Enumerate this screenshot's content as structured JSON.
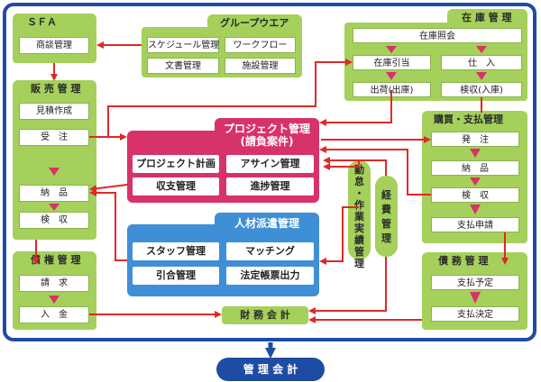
{
  "sfa": {
    "title": "ＳＦＡ",
    "items": [
      "商談管理"
    ]
  },
  "groupware": {
    "title": "グループウエア",
    "items": [
      "スケジュール管理",
      "ワークフロー",
      "文書管理",
      "施設管理"
    ]
  },
  "inventory": {
    "title": "在 庫 管 理",
    "header_item": "在庫照会",
    "items": [
      "在庫引当",
      "仕　入",
      "出荷(出庫)",
      "検収(入庫)"
    ]
  },
  "sales": {
    "title": "販 売 管 理",
    "items": [
      "見積作成",
      "受　注",
      "納　品",
      "検　収"
    ]
  },
  "purchasing": {
    "title": "購買・支払管理",
    "items": [
      "発　注",
      "納　品",
      "検　収",
      "支払申請"
    ]
  },
  "project": {
    "title_line1": "プロジェクト管理",
    "title_line2": "(請負案件)",
    "items": [
      "プロジェクト計画",
      "アサイン管理",
      "収支管理",
      "進捗管理"
    ]
  },
  "staffing": {
    "title": "人材派遣管理",
    "items": [
      "スタッフ管理",
      "マッチング",
      "引合管理",
      "法定帳票出力"
    ]
  },
  "attendance": {
    "chars": [
      "勤",
      "怠",
      "・",
      "作",
      "業",
      "実",
      "績",
      "管",
      "理"
    ]
  },
  "expense": {
    "chars": [
      "経",
      "費",
      "管",
      "理"
    ]
  },
  "receivables": {
    "title": "債 権 管 理",
    "items": [
      "請　求",
      "入　金"
    ]
  },
  "payables": {
    "title": "債 務 管 理",
    "items": [
      "支払予定",
      "支払決定"
    ]
  },
  "accounting": {
    "label": "財 務 会 計"
  },
  "management": {
    "label": "管 理 会 計"
  },
  "colors": {
    "frame": "#1f4ca3",
    "green": "#a5d05b",
    "pink": "#d8326a",
    "blue": "#3f8fd6",
    "arrow": "#e02828"
  }
}
